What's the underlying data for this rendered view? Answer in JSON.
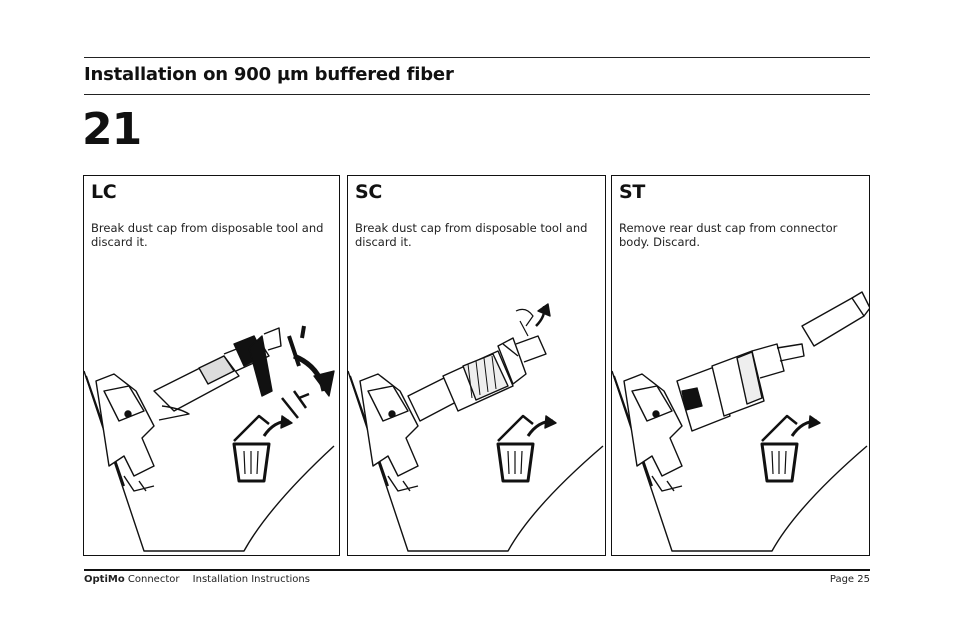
{
  "header": {
    "title": "Installation on 900 µm buffered fiber",
    "step_number": "21"
  },
  "panels": [
    {
      "label": "LC",
      "text": "Break dust cap from disposable tool and discard it."
    },
    {
      "label": "SC",
      "text": "Break dust cap from disposable tool and discard it."
    },
    {
      "label": "ST",
      "text": "Remove rear dust cap from connector body. Discard."
    }
  ],
  "footer": {
    "brand": "OptiMo",
    "product": "Connector",
    "doc": "Installation Instructions",
    "page": "Page 25"
  }
}
